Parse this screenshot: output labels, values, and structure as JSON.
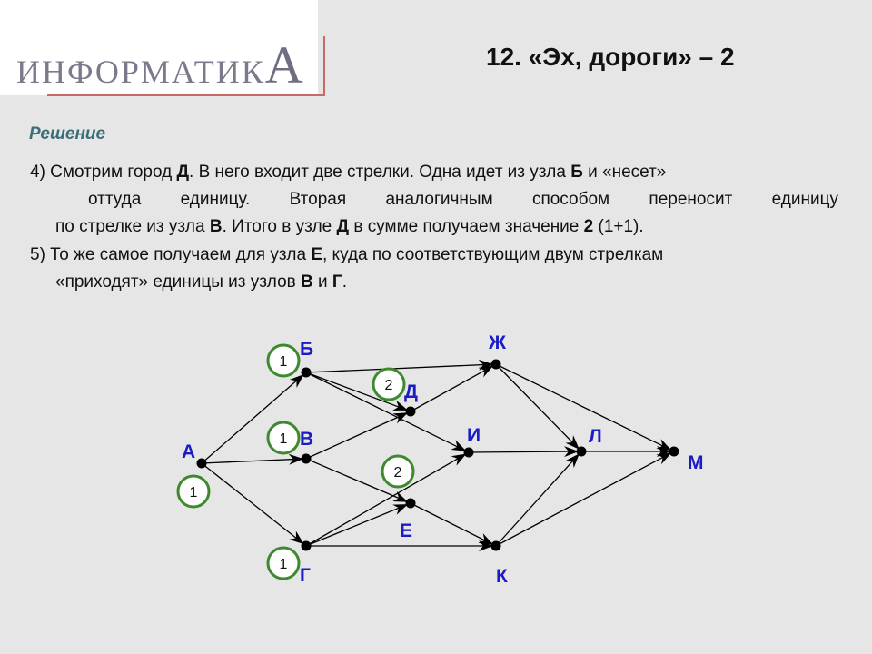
{
  "header": {
    "logo_main": "ИНФОРМАТИК",
    "logo_big": "А",
    "title": "12. «Эх, дороги» – 2"
  },
  "content": {
    "section_label": "Решение",
    "para4": [
      [
        "4) Смотрим город ",
        {
          "b": "Д"
        },
        ". В него входит две стрелки. Одна идет из узла ",
        {
          "b": "Б"
        },
        " и «несет»"
      ],
      [
        "оттуда единицу. Вторая аналогичным способом переносит единицу"
      ],
      [
        "по стрелке из узла ",
        {
          "b": "В"
        },
        ". Итого в узле ",
        {
          "b": "Д"
        },
        " в сумме получаем значение ",
        {
          "b": "2"
        },
        " (1+1)."
      ]
    ],
    "para5": [
      [
        "5) То же самое получаем для узла ",
        {
          "b": "Е"
        },
        ", куда по соответствующим двум стрелкам"
      ],
      [
        "«приходят» единицы из узлов ",
        {
          "b": "В"
        },
        " и ",
        {
          "b": "Г"
        },
        "."
      ]
    ]
  },
  "graph": {
    "colors": {
      "edge": "#000000",
      "label": "#1c1cc4",
      "badge_border": "#3d8a2e",
      "badge_fill": "#ffffff"
    },
    "nodes": [
      {
        "id": "А",
        "label": "А"
      },
      {
        "id": "Б",
        "label": "Б"
      },
      {
        "id": "В",
        "label": "В"
      },
      {
        "id": "Г",
        "label": "Г"
      },
      {
        "id": "Д",
        "label": "Д"
      },
      {
        "id": "Е",
        "label": "Е"
      },
      {
        "id": "Ж",
        "label": "Ж"
      },
      {
        "id": "И",
        "label": "И"
      },
      {
        "id": "К",
        "label": "К"
      },
      {
        "id": "Л",
        "label": "Л"
      },
      {
        "id": "М",
        "label": "М"
      }
    ],
    "edges": [
      [
        "А",
        "Б"
      ],
      [
        "А",
        "В"
      ],
      [
        "А",
        "Г"
      ],
      [
        "Б",
        "Ж"
      ],
      [
        "Б",
        "Д"
      ],
      [
        "Б",
        "И"
      ],
      [
        "В",
        "Д"
      ],
      [
        "В",
        "Е"
      ],
      [
        "Г",
        "Е"
      ],
      [
        "Г",
        "И"
      ],
      [
        "Г",
        "К"
      ],
      [
        "Д",
        "Ж"
      ],
      [
        "Е",
        "К"
      ],
      [
        "Ж",
        "Л"
      ],
      [
        "Ж",
        "М"
      ],
      [
        "И",
        "Л"
      ],
      [
        "К",
        "Л"
      ],
      [
        "К",
        "М"
      ],
      [
        "Л",
        "М"
      ]
    ],
    "badges": [
      {
        "node": "А",
        "value": "1"
      },
      {
        "node": "Б",
        "value": "1"
      },
      {
        "node": "В",
        "value": "1"
      },
      {
        "node": "Г",
        "value": "1"
      },
      {
        "node": "Д",
        "value": "2"
      },
      {
        "node": "Е",
        "value": "2"
      }
    ]
  }
}
